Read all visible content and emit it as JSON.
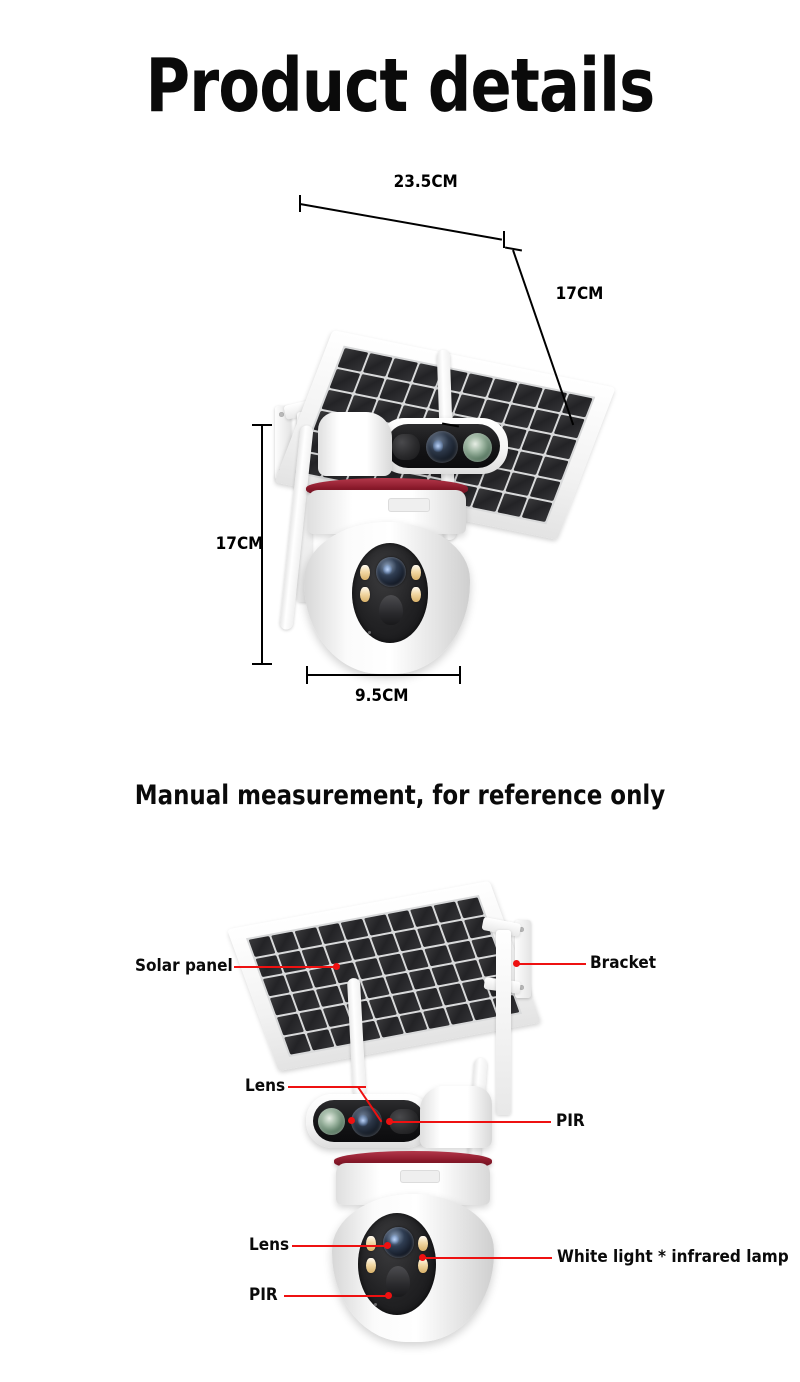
{
  "page": {
    "title": "Product details",
    "caption": "Manual measurement, for reference only",
    "background_color": "#ffffff"
  },
  "colors": {
    "callout_red": "#ee1111",
    "band_red": "#8b1a2b",
    "dimension_black": "#000000",
    "text_black": "#0a0a0a",
    "panel_cell_dark": "#232326"
  },
  "dimensions_diagram": {
    "name": "solar-camera-dimensions",
    "labels": {
      "panel_width": "23.5CM",
      "panel_depth": "17CM",
      "camera_height": "17CM",
      "camera_width": "9.5CM"
    }
  },
  "callouts_diagram": {
    "name": "solar-camera-parts",
    "items": [
      {
        "id": "solar-panel",
        "label": "Solar panel",
        "side": "left"
      },
      {
        "id": "bracket",
        "label": "Bracket",
        "side": "right"
      },
      {
        "id": "lens-top",
        "label": "Lens",
        "side": "left"
      },
      {
        "id": "pir-top",
        "label": "PIR",
        "side": "right"
      },
      {
        "id": "lens-bottom",
        "label": "Lens",
        "side": "left"
      },
      {
        "id": "pir-bottom",
        "label": "PIR",
        "side": "left"
      },
      {
        "id": "white-light-infrared-lamp",
        "label": "White light * infrared lamp",
        "side": "right"
      }
    ]
  },
  "product": {
    "solar_panel": {
      "cell_columns": 10,
      "cell_rows": 6
    },
    "dome_leds": 4
  }
}
